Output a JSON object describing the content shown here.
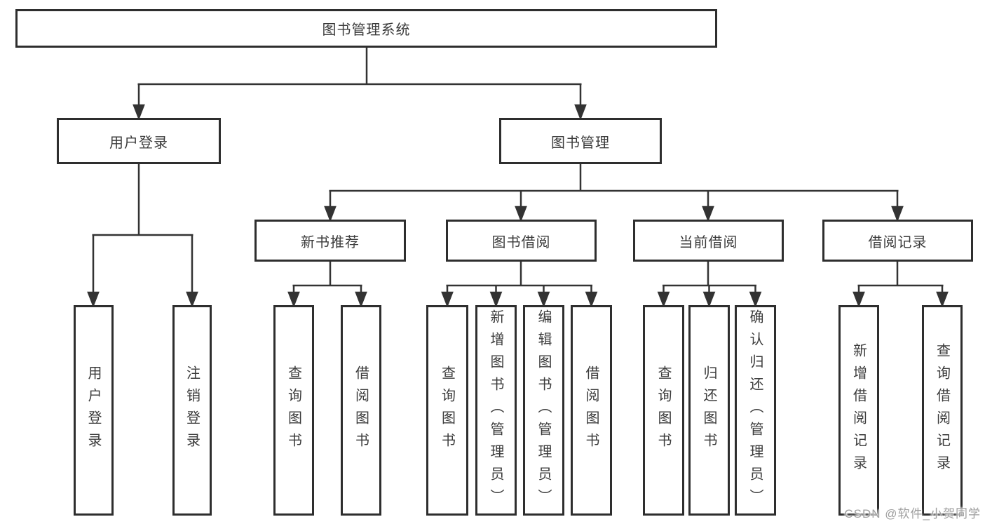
{
  "diagram": {
    "title": "图书管理系统",
    "nodes": {
      "root": {
        "label": "图书管理系统"
      },
      "level2": [
        {
          "id": "user-login",
          "label": "用户登录"
        },
        {
          "id": "book-mgmt",
          "label": "图书管理"
        }
      ],
      "level3": [
        {
          "id": "new-book-rec",
          "label": "新书推荐"
        },
        {
          "id": "book-borrow",
          "label": "图书借阅"
        },
        {
          "id": "current-borrow",
          "label": "当前借阅"
        },
        {
          "id": "borrow-records",
          "label": "借阅记录"
        }
      ],
      "leaves": {
        "user_login": [
          "用户登录",
          "注销登录"
        ],
        "new_book_rec": [
          "查询图书",
          "借阅图书"
        ],
        "book_borrow": [
          "查询图书",
          "新增图书（管理员）",
          "编辑图书（管理员）",
          "借阅图书"
        ],
        "current_borrow": [
          "查询图书",
          "归还图书",
          "确认归还（管理员）"
        ],
        "borrow_records": [
          "新增借阅记录",
          "查询借阅记录"
        ]
      }
    }
  },
  "watermark": "CSDN @软件_小贺同学",
  "colors": {
    "line": "#333333",
    "box_border": "#2e2e2e",
    "text": "#3b3b3b",
    "watermark": "#9e9e9e",
    "background": "#ffffff"
  }
}
